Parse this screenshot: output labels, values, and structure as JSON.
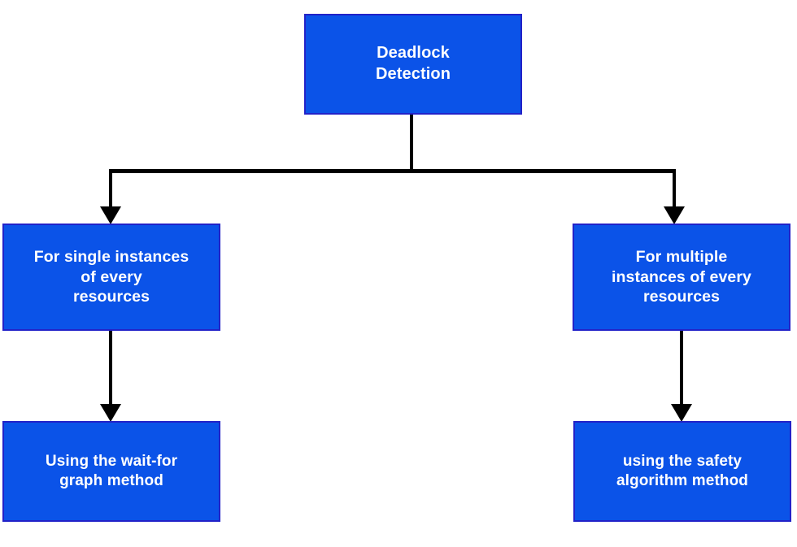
{
  "diagram": {
    "title": "Deadlock Detection",
    "type": "tree-flowchart",
    "colors": {
      "node_fill": "#0B53E8",
      "node_border": "#2222C8",
      "node_text": "#FFFFFF",
      "connector": "#000000",
      "background": "#FFFFFF"
    },
    "nodes": [
      {
        "id": "root",
        "label": "Deadlock\nDetection",
        "level": 0
      },
      {
        "id": "single",
        "label": "For single instances\nof every\nresources",
        "level": 1
      },
      {
        "id": "multiple",
        "label": "For multiple\ninstances of every\nresources",
        "level": 1
      },
      {
        "id": "waitfor",
        "label": "Using the wait-for\ngraph method",
        "level": 2
      },
      {
        "id": "safety",
        "label": "using the safety\nalgorithm method",
        "level": 2
      }
    ],
    "edges": [
      {
        "from": "root",
        "to": "single",
        "arrow": true
      },
      {
        "from": "root",
        "to": "multiple",
        "arrow": true
      },
      {
        "from": "single",
        "to": "waitfor",
        "arrow": true
      },
      {
        "from": "multiple",
        "to": "safety",
        "arrow": true
      }
    ]
  }
}
